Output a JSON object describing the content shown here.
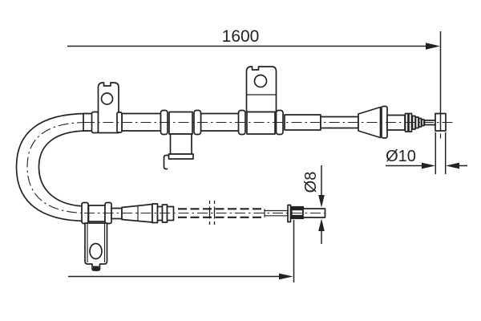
{
  "drawing": {
    "name": "brake-cable-technical-drawing",
    "background": "#ffffff",
    "line_color": "#232323",
    "dimensions": {
      "overall_length": "1600",
      "fitting_diameter": "Ø10",
      "rod_diameter": "Ø8"
    }
  }
}
